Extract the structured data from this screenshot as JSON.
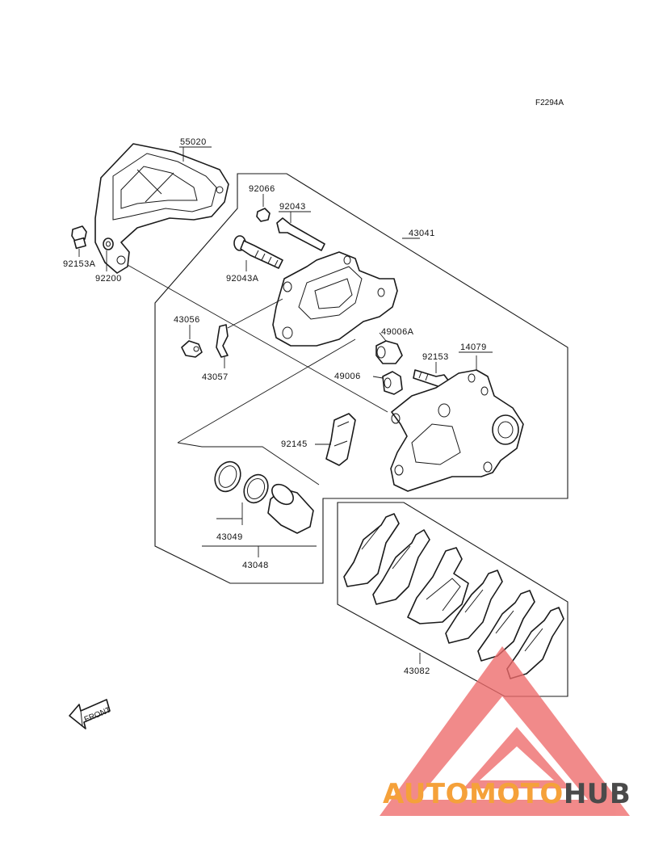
{
  "diagram": {
    "code": "F2294A",
    "front_label": "FRONT",
    "parts": {
      "bracket": "55020",
      "bleed_cap": "92066",
      "pin_bolt": "92043",
      "pin_bolt_a": "92043A",
      "caliper_assy": "43041",
      "bolt_a": "92153A",
      "washer": "92200",
      "bleed_valve": "43056",
      "spring_clip": "43057",
      "boot_a": "49006A",
      "boot": "49006",
      "bolt": "92153",
      "holder": "14079",
      "pad_spring": "92145",
      "seal": "43049",
      "piston_set": "43048",
      "pad_set": "43082"
    }
  },
  "watermark": {
    "brand_part1": "AUTOMOTO",
    "brand_part2": "HUB",
    "colors": {
      "orange": "#f5a13a",
      "red": "#e44848",
      "gray": "#4a4a4a",
      "triangle": "#ee6a6a"
    }
  }
}
